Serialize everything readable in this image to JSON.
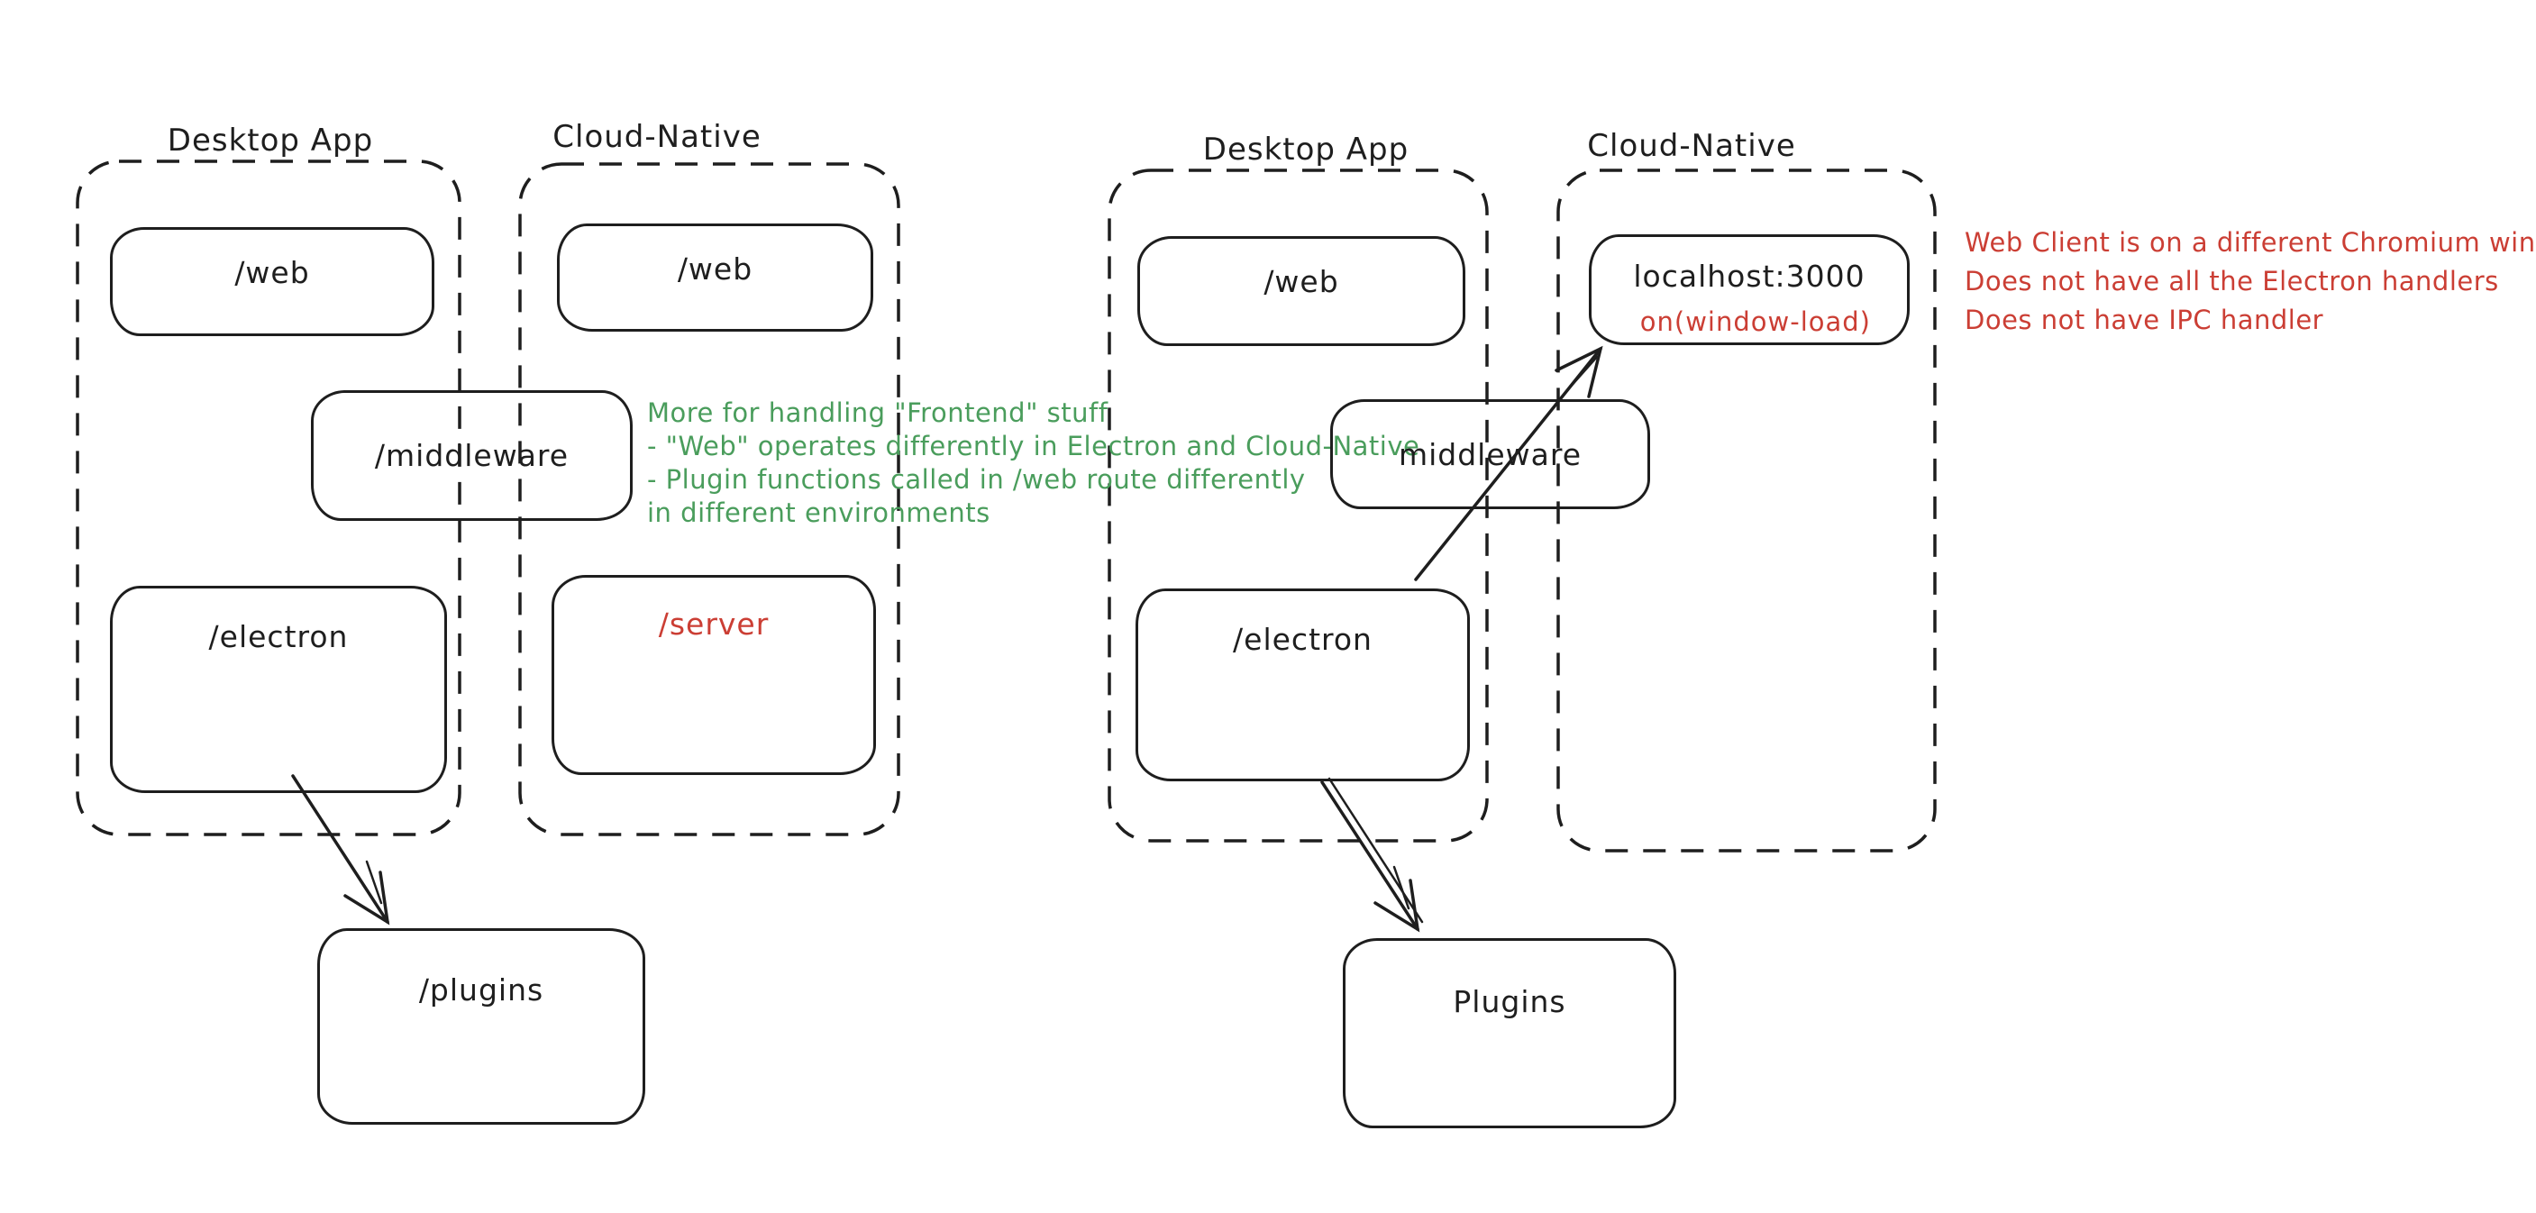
{
  "colors": {
    "ink": "#1e1e1e",
    "green": "#4a9d5c",
    "red": "#cb3e34",
    "background": "#ffffff"
  },
  "left": {
    "desktop_label": "Desktop App",
    "cloud_label": "Cloud-Native",
    "web_desktop": "/web",
    "web_cloud": "/web",
    "middleware": "/middleware",
    "electron": "/electron",
    "server": "/server",
    "plugins": "/plugins",
    "note_lines": [
      "More for handling \"Frontend\" stuff",
      "- \"Web\" operates differently in Electron and Cloud-Native",
      "- Plugin functions called in /web route differently",
      "in different environments"
    ]
  },
  "right": {
    "desktop_label": "Desktop App",
    "cloud_label": "Cloud-Native",
    "web_desktop": "/web",
    "localhost": "localhost:3000",
    "localhost_sub": "on(window-load)",
    "middleware": "middleware",
    "electron": "/electron",
    "plugins": "Plugins",
    "note_lines": [
      "Web Client is on a different Chromium window",
      "Does not have all the Electron handlers",
      "Does not have IPC handler"
    ]
  }
}
